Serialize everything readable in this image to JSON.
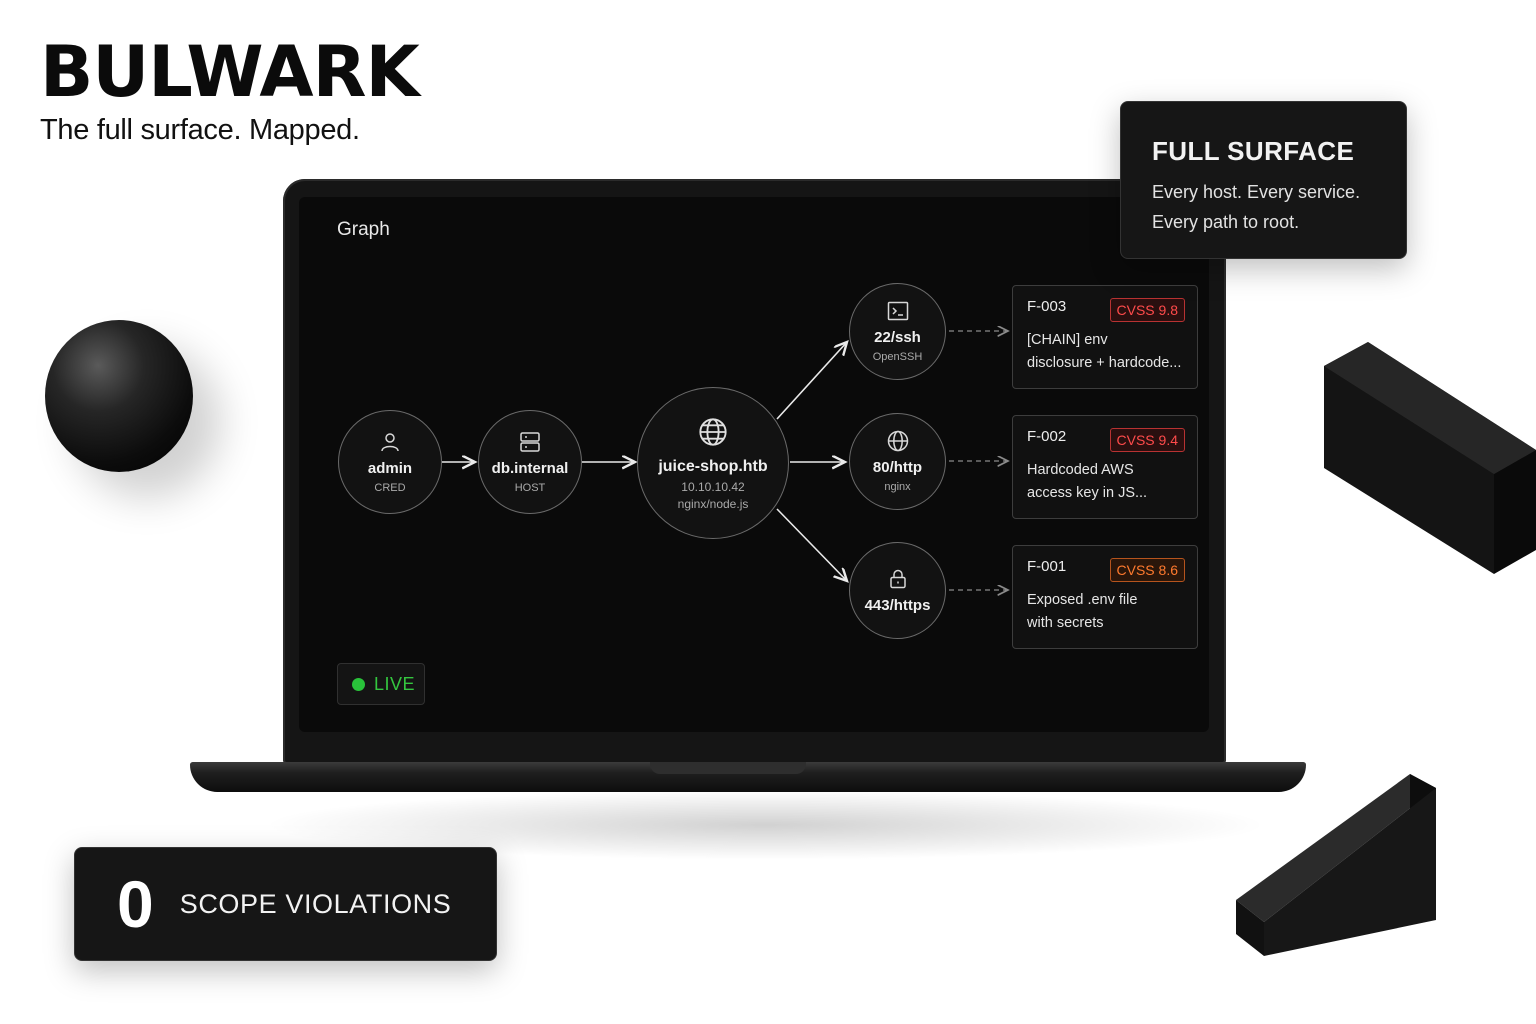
{
  "brand": {
    "title": "BULWARK",
    "tagline": "The full surface. Mapped."
  },
  "panel": {
    "title": "Graph"
  },
  "nodes": {
    "admin": {
      "label": "admin",
      "sub": "CRED",
      "icon": "user-icon"
    },
    "db": {
      "label": "db.internal",
      "sub": "HOST",
      "icon": "server-icon"
    },
    "juice": {
      "label": "juice-shop.htb",
      "ip": "10.10.10.42",
      "stack": "nginx/node.js",
      "icon": "globe-icon"
    },
    "ssh": {
      "label": "22/ssh",
      "sub": "OpenSSH",
      "icon": "terminal-icon"
    },
    "http": {
      "label": "80/http",
      "sub": "nginx",
      "icon": "globe-icon"
    },
    "https": {
      "label": "443/https",
      "sub": "",
      "icon": "lock-icon"
    }
  },
  "findings": [
    {
      "id": "F-003",
      "cvss": "CVSS 9.8",
      "line1": "[CHAIN] env",
      "line2": "disclosure + hardcode...",
      "color": "#ff4b4b"
    },
    {
      "id": "F-002",
      "cvss": "CVSS 9.4",
      "line1": "Hardcoded AWS",
      "line2": "access key in JS...",
      "color": "#ff4b4b"
    },
    {
      "id": "F-001",
      "cvss": "CVSS 8.6",
      "line1": "Exposed .env file",
      "line2": "with secrets",
      "color": "#ff7a2e"
    }
  ],
  "status": {
    "live_label": "LIVE",
    "live_color": "#29c23a"
  },
  "callouts": {
    "surface": {
      "heading": "FULL SURFACE",
      "line1": "Every host. Every service.",
      "line2": "Every path to root."
    },
    "scope": {
      "count": "0",
      "label": "SCOPE VIOLATIONS"
    }
  }
}
